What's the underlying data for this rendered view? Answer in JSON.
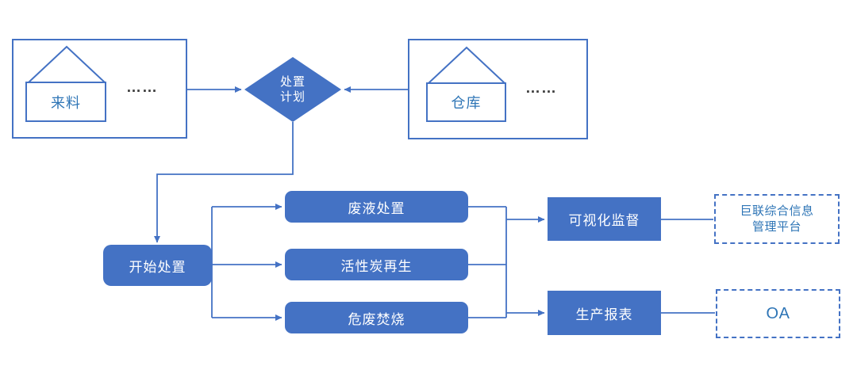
{
  "diagram": {
    "type": "flowchart",
    "colors": {
      "accent_fill": "#4472C4",
      "outline": "#4472C4",
      "connector": "#4472C4",
      "label_blue": "#2E75B6",
      "dots_color": "#3d3d3d",
      "box_text": "#ffffff",
      "background": "#ffffff"
    },
    "nodes": {
      "source_group": {
        "label": "来料",
        "ellipsis": "……"
      },
      "warehouse_group": {
        "label": "仓库",
        "ellipsis": "……"
      },
      "decision": {
        "label": "处置\n计划"
      },
      "start": {
        "label": "开始处置"
      },
      "process_1": {
        "label": "废液处置"
      },
      "process_2": {
        "label": "活性炭再生"
      },
      "process_3": {
        "label": "危废焚烧"
      },
      "monitor": {
        "label": "可视化监督"
      },
      "report": {
        "label": "生产报表"
      },
      "platform": {
        "label": "巨联综合信息\n管理平台"
      },
      "oa": {
        "label": "OA"
      }
    }
  }
}
